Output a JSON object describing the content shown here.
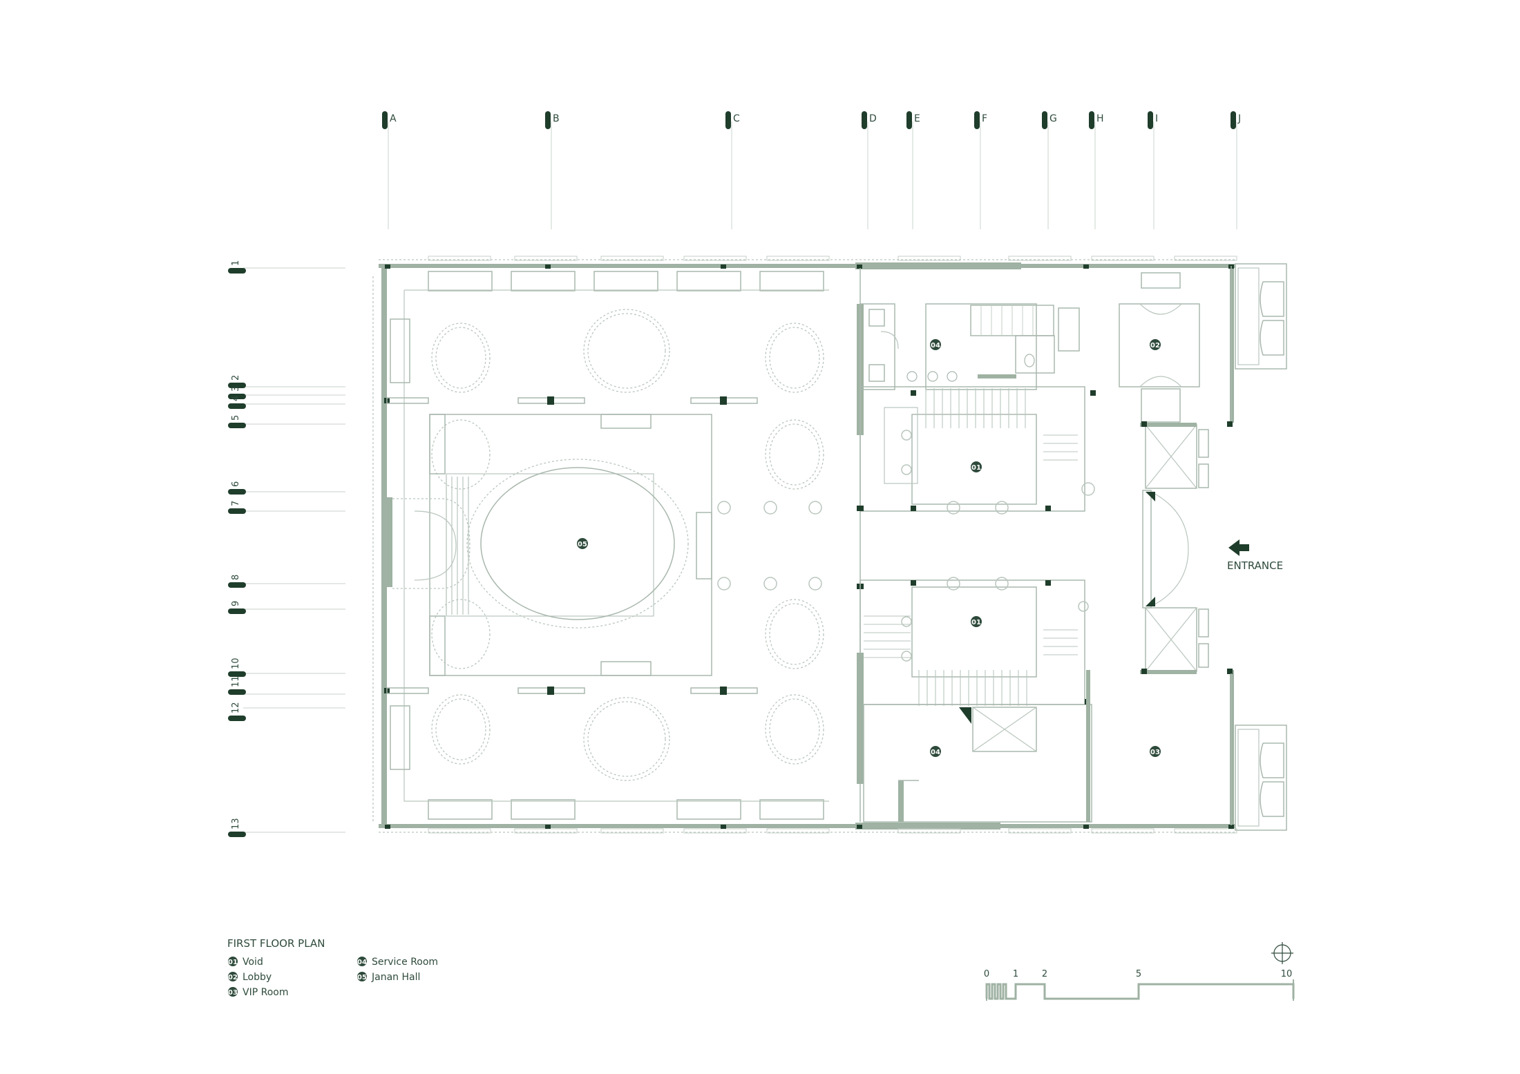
{
  "grid": {
    "columns": [
      "A",
      "B",
      "C",
      "D",
      "E",
      "F",
      "G",
      "H",
      "I",
      "J"
    ],
    "rows": [
      "1",
      "2",
      "3",
      "4",
      "5",
      "6",
      "7",
      "8",
      "9",
      "10",
      "11",
      "12",
      "13"
    ]
  },
  "room_tags": {
    "void": "01",
    "lobby": "02",
    "vip": "03",
    "service": "04",
    "hall": "05"
  },
  "entrance": {
    "label": "ENTRANCE"
  },
  "legend": {
    "title": "FIRST FLOOR PLAN",
    "items": [
      {
        "num": "01",
        "name": "Void"
      },
      {
        "num": "02",
        "name": "Lobby"
      },
      {
        "num": "03",
        "name": "VIP Room"
      },
      {
        "num": "04",
        "name": "Service Room"
      },
      {
        "num": "05",
        "name": "Janan Hall"
      }
    ]
  },
  "scale": {
    "ticks": [
      "0",
      "1",
      "2",
      "5",
      "10"
    ]
  },
  "icons": {
    "north": "north-arrow-icon",
    "entrance": "arrow-left-icon"
  },
  "colors": {
    "ink": "#2e4a3b",
    "wall": "#9fb2a3",
    "dark": "#1f3d2b",
    "line": "#a9b8ad"
  }
}
